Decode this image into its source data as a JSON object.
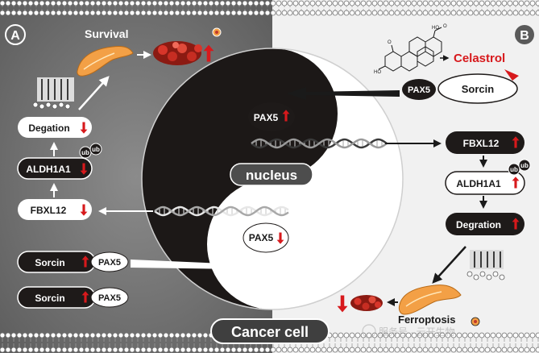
{
  "panels": {
    "a_label": "A",
    "b_label": "B"
  },
  "center": {
    "nucleus_label": "nucleus",
    "pax5_top": "PAX5",
    "pax5_bottom": "PAX5",
    "footer_label": "Cancer cell"
  },
  "left": {
    "survival_label": "Survival",
    "degradation_label": "Degation",
    "aldh1a1_label": "ALDH1A1",
    "ub1": "ub",
    "ub2": "ub",
    "fbxl12_label": "FBXL12",
    "sorcin1_label": "Sorcin",
    "pax5_1_label": "PAX5",
    "sorcin2_label": "Sorcin",
    "pax5_2_label": "PAX5"
  },
  "right": {
    "celastrol_label": "Celastrol",
    "pax5_label": "PAX5",
    "sorcin_label": "Sorcin",
    "fbxl12_label": "FBXL12",
    "aldh1a1_label": "ALDH1A1",
    "ub1": "ub",
    "ub2": "ub",
    "degradation_label": "Degration",
    "ferroptosis_label": "Ferroptosis"
  },
  "watermark": "服务号 · 云开生物",
  "colors": {
    "left_bg": "#6a6a6a",
    "right_bg": "#f1f1f1",
    "accent_red": "#d7191c",
    "dark_pill": "#1e1a19"
  }
}
